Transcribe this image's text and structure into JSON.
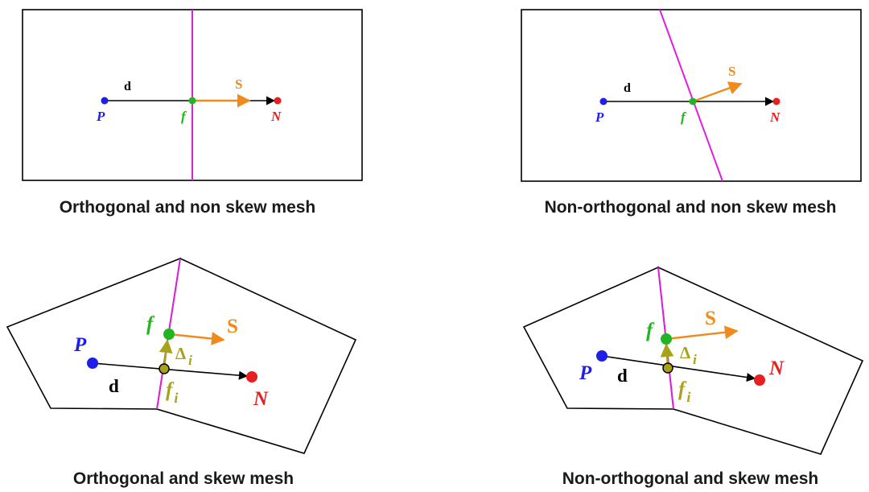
{
  "colors": {
    "cell_outline": "#000000",
    "face_line": "#e01ee0",
    "point_P": "#1f1fe6",
    "point_N": "#e61f1f",
    "point_f": "#22b522",
    "point_fi": "#a8a21a",
    "vector_S": "#f08a1c",
    "vector_d": "#000000"
  },
  "panels": [
    {
      "caption": "Orthogonal and non skew mesh",
      "labels": {
        "P": "P",
        "N": "N",
        "f": "f",
        "d": "d",
        "S": "S"
      }
    },
    {
      "caption": "Non-orthogonal and non skew mesh",
      "labels": {
        "P": "P",
        "N": "N",
        "f": "f",
        "d": "d",
        "S": "S"
      }
    },
    {
      "caption": "Orthogonal and skew mesh",
      "labels": {
        "P": "P",
        "N": "N",
        "f": "f",
        "d": "d",
        "S": "S",
        "fi": "f",
        "fi_sub": "i",
        "delta": "Δ",
        "delta_sub": "i"
      }
    },
    {
      "caption": "Non-orthogonal and skew mesh",
      "labels": {
        "P": "P",
        "N": "N",
        "f": "f",
        "d": "d",
        "S": "S",
        "fi": "f",
        "fi_sub": "i",
        "delta": "Δ",
        "delta_sub": "i"
      }
    }
  ]
}
